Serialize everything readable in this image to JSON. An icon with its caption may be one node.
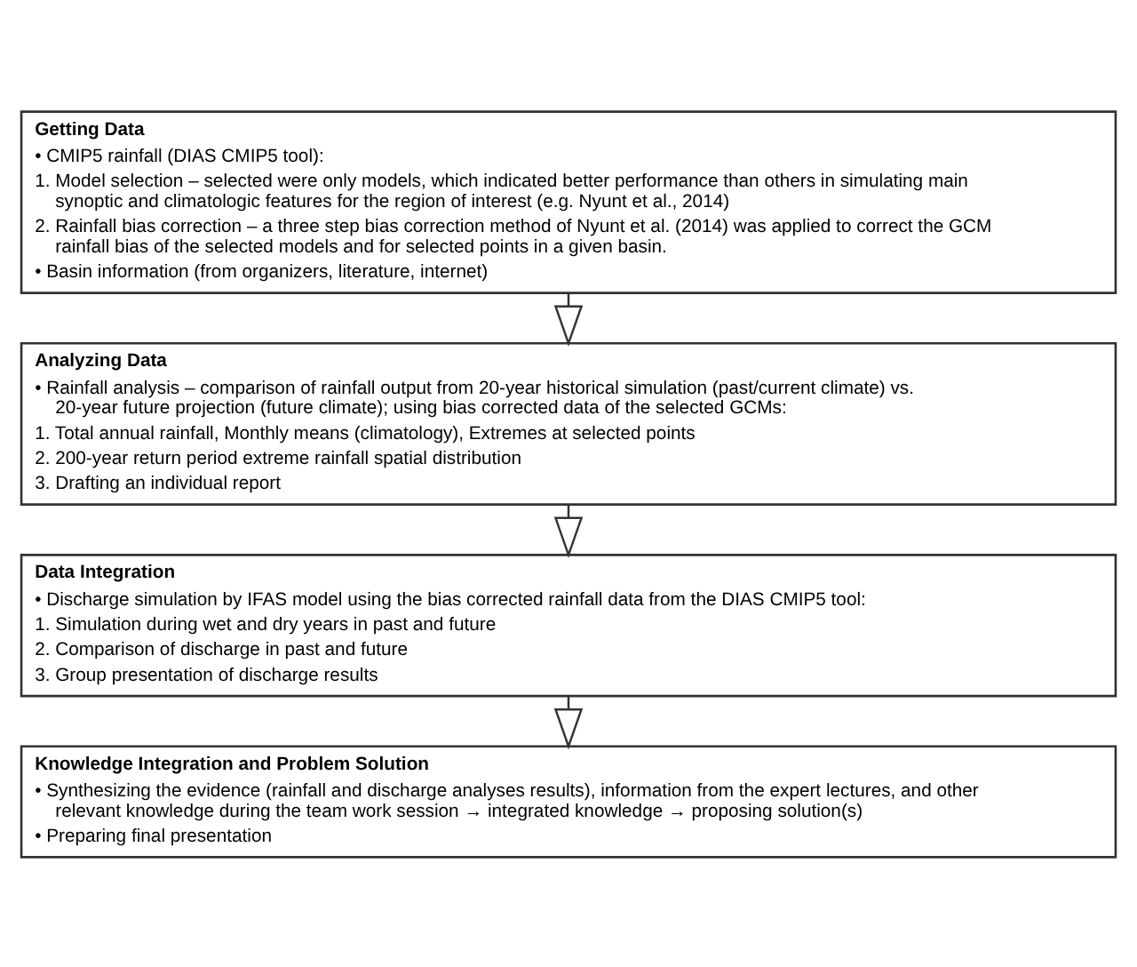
{
  "diagram": {
    "nodes": [
      {
        "text": [
          "Getting Data",
          "• CMIP5 rainfall (DIAS CMIP5 tool):",
          "1. Model selection – selected were only models, which indicated better performance than others in simulating main synoptic and climatologic features for the region of interest (e.g. Nyunt et al., 2014)",
          "2. Rainfall bias correction – a three step bias correction method of Nyunt et al. (2014) was applied to correct the GCM rainfall bias of the selected models and for selected points in a given basin.",
          "• Basin information (from organizers, literature, internet)"
        ]
      },
      {
        "text": [
          "Analyzing Data",
          "• Rainfall analysis – comparison of rainfall output from 20-year historical simulation (past/current climate) vs. 20-year future projection (future climate); using bias corrected data of the selected GCMs:",
          "1. Total annual rainfall, Monthly means (climatology), Extremes at selected points",
          "2. 200-year return period extreme rainfall spatial distribution",
          "3. Drafting an individual report"
        ]
      },
      {
        "text": [
          "Data Integration",
          "• Discharge simulation by IFAS model using the bias corrected rainfall data from the DIAS CMIP5 tool:",
          "1. Simulation during wet and dry years in past and future",
          "2. Comparison of discharge in past and future",
          "3. Group presentation of discharge results"
        ]
      },
      {
        "text": [
          "Knowledge Integration and Problem Solution",
          "• Synthesizing the evidence (rainfall and discharge analyses results), information from the expert lectures, and other relevant knowledge during the team work session → integrated knowledge → proposing solution(s)",
          "• Preparing final presentation"
        ]
      }
    ],
    "edges": [
      {
        "from": 0,
        "to": 1,
        "arrow": "to"
      },
      {
        "from": 1,
        "to": 2,
        "arrow": "to"
      },
      {
        "from": 2,
        "to": 3,
        "arrow": "to"
      }
    ]
  }
}
